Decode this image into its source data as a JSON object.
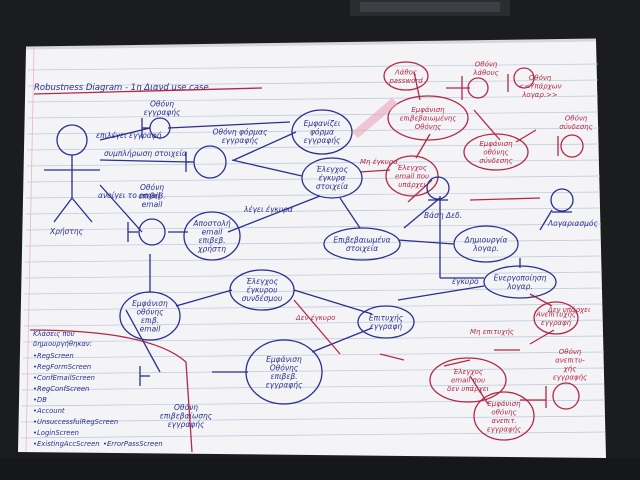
{
  "title": "Robustness Diagram - 1η Διανd use case",
  "actor": "Χρήστης",
  "lists_title": [
    "Κλάσεις που",
    "δημιουργήθηκαν:"
  ],
  "classes": [
    "•RegScreen",
    "•RegFormScreen",
    "•ConfEmailScreen",
    "•RegConfScreen",
    "•DB",
    "•Account",
    "•UnsuccessfulRegScreen",
    "•LoginScreen",
    "•ExistingAccScreen",
    "•ErrorPassScreen"
  ],
  "blue_nodes": [
    {
      "lines": [
        "Οθόνη",
        "εγγραφής"
      ]
    },
    {
      "lines": [
        "Οθόνη φόρμας",
        "εγγραφής"
      ]
    },
    {
      "lines": [
        "Οθόνη",
        "επιβεβ.",
        "email"
      ]
    },
    {
      "lines": [
        "Εμφανίζει",
        "φόρμα",
        "εγγραφής"
      ]
    },
    {
      "lines": [
        "Έλεγχος",
        "έγκυρα",
        "στοιχεία"
      ]
    },
    {
      "lines": [
        "Αποστολή",
        "email",
        "επιβεβ.",
        "χρήστη"
      ]
    },
    {
      "lines": [
        "Επιβεβαιωμένα",
        "στοιχεία"
      ]
    },
    {
      "lines": [
        "Δημιουργία",
        "λογαρ."
      ]
    },
    {
      "lines": [
        "Ενεργοποίηση",
        "λογαρ."
      ]
    },
    {
      "lines": [
        "Εμφάνιση",
        "οθόνης",
        "επιβ.",
        "email"
      ]
    },
    {
      "lines": [
        "Έλεγχος",
        "έγκυρου",
        "συνδέσμου"
      ]
    },
    {
      "lines": [
        "Επιτυχής",
        "εγγραφή"
      ]
    },
    {
      "lines": [
        "Εμφάνιση",
        "Οθόνης",
        "επιβεβ.",
        "εγγραφής"
      ]
    },
    {
      "lines": [
        "Οθόνη",
        "επιβεβαίωσης",
        "εγγραφής"
      ]
    }
  ],
  "red_nodes": [
    {
      "lines": [
        "Λάθος",
        "password"
      ]
    },
    {
      "lines": [
        "Οθόνη",
        "λάθους"
      ]
    },
    {
      "lines": [
        "Οθόνη",
        "<<Υπάρχων",
        "λογαρ.>>"
      ]
    },
    {
      "lines": [
        "Εμφάνιση",
        "επιβεβαιωμένης",
        "Οθόνης"
      ]
    },
    {
      "lines": [
        "Οθόνη",
        "σύνδεσης"
      ]
    },
    {
      "lines": [
        "Εμφάνιση",
        "οθόνης",
        "σύνδεσης"
      ]
    },
    {
      "lines": [
        "Έλεγχος",
        "email που",
        "υπάρχει"
      ]
    },
    {
      "lines": [
        "Ανεπιτυχής",
        "εγγραφή"
      ]
    },
    {
      "lines": [
        "Έλεγχος",
        "email που",
        "δεν υπάρχει"
      ]
    },
    {
      "lines": [
        "Εμφάνιση",
        "οθόνης",
        "ανεπιτ.",
        "εγγραφής"
      ]
    },
    {
      "lines": [
        "Οθόνη",
        "ανεπιτυ-",
        "χής",
        "εγγραφής"
      ]
    }
  ],
  "edge_labels": [
    "επιλέγει εγγραφή",
    "συμπλήρωση στοιχεία",
    "ανοίγει το email",
    "λέγει έγκυρα",
    "Βάση Δεδ.",
    "Λογαριασμός",
    "έγκυρο",
    "Δεν έγκυρο",
    "Δεν υπάρχει",
    "Μη έγκυρα",
    "Μη επιτυχής"
  ]
}
